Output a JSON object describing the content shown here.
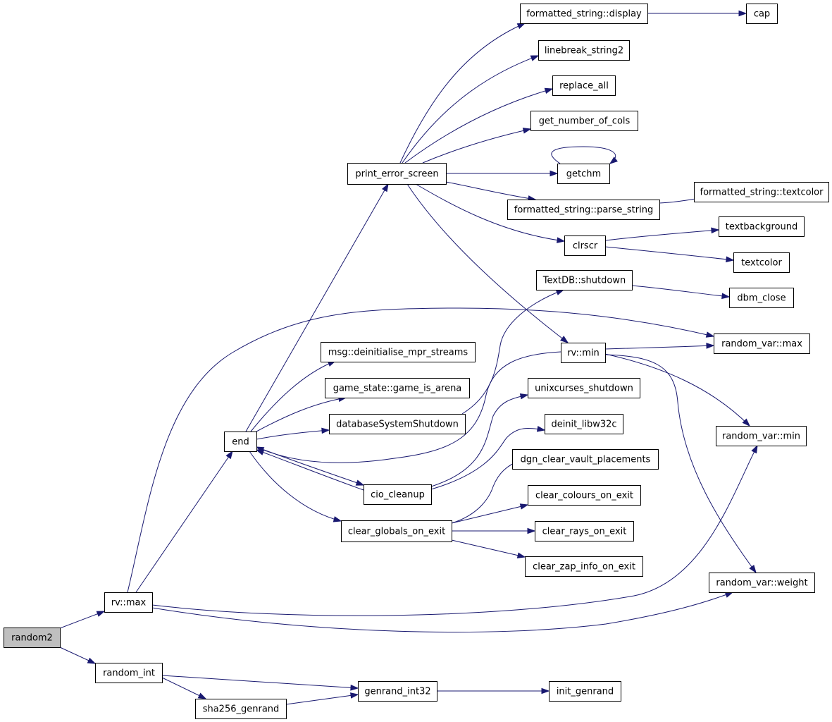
{
  "graph": {
    "nodes": [
      {
        "id": "random2",
        "label": "random2",
        "root": true
      },
      {
        "id": "rv_max",
        "label": "rv::max"
      },
      {
        "id": "random_int",
        "label": "random_int"
      },
      {
        "id": "sha256_genrand",
        "label": "sha256_genrand"
      },
      {
        "id": "genrand_int32",
        "label": "genrand_int32"
      },
      {
        "id": "init_genrand",
        "label": "init_genrand"
      },
      {
        "id": "end",
        "label": "end"
      },
      {
        "id": "print_error_screen",
        "label": "print_error_screen"
      },
      {
        "id": "fs_display",
        "label": "formatted_string::display"
      },
      {
        "id": "cap",
        "label": "cap"
      },
      {
        "id": "linebreak_string2",
        "label": "linebreak_string2"
      },
      {
        "id": "replace_all",
        "label": "replace_all"
      },
      {
        "id": "get_number_of_cols",
        "label": "get_number_of_cols"
      },
      {
        "id": "getchm",
        "label": "getchm"
      },
      {
        "id": "fs_parse_string",
        "label": "formatted_string::parse_string"
      },
      {
        "id": "fs_textcolor",
        "label": "formatted_string::textcolor"
      },
      {
        "id": "clrscr",
        "label": "clrscr"
      },
      {
        "id": "textbackground",
        "label": "textbackground"
      },
      {
        "id": "textcolor",
        "label": "textcolor"
      },
      {
        "id": "textdb_shutdown",
        "label": "TextDB::shutdown"
      },
      {
        "id": "dbm_close",
        "label": "dbm_close"
      },
      {
        "id": "rv_min",
        "label": "rv::min"
      },
      {
        "id": "random_var_max",
        "label": "random_var::max"
      },
      {
        "id": "random_var_min",
        "label": "random_var::min"
      },
      {
        "id": "random_var_weight",
        "label": "random_var::weight"
      },
      {
        "id": "msg_deinit",
        "label": "msg::deinitialise_mpr_streams"
      },
      {
        "id": "game_is_arena",
        "label": "game_state::game_is_arena"
      },
      {
        "id": "db_system_shutdown",
        "label": "databaseSystemShutdown"
      },
      {
        "id": "unixcurses_shutdown",
        "label": "unixcurses_shutdown"
      },
      {
        "id": "deinit_libw32c",
        "label": "deinit_libw32c"
      },
      {
        "id": "dgn_clear_vault",
        "label": "dgn_clear_vault_placements"
      },
      {
        "id": "cio_cleanup",
        "label": "cio_cleanup"
      },
      {
        "id": "clear_colours",
        "label": "clear_colours_on_exit"
      },
      {
        "id": "clear_globals",
        "label": "clear_globals_on_exit"
      },
      {
        "id": "clear_rays",
        "label": "clear_rays_on_exit"
      },
      {
        "id": "clear_zap_info",
        "label": "clear_zap_info_on_exit"
      }
    ],
    "edges": [
      {
        "from": "random2",
        "to": "rv_max"
      },
      {
        "from": "random2",
        "to": "random_int"
      },
      {
        "from": "random_int",
        "to": "genrand_int32"
      },
      {
        "from": "random_int",
        "to": "sha256_genrand"
      },
      {
        "from": "sha256_genrand",
        "to": "genrand_int32"
      },
      {
        "from": "genrand_int32",
        "to": "init_genrand"
      },
      {
        "from": "rv_max",
        "to": "end"
      },
      {
        "from": "rv_max",
        "to": "random_var_max"
      },
      {
        "from": "rv_max",
        "to": "random_var_min"
      },
      {
        "from": "rv_max",
        "to": "random_var_weight"
      },
      {
        "from": "end",
        "to": "print_error_screen"
      },
      {
        "from": "end",
        "to": "msg_deinit"
      },
      {
        "from": "end",
        "to": "game_is_arena"
      },
      {
        "from": "end",
        "to": "db_system_shutdown"
      },
      {
        "from": "end",
        "to": "cio_cleanup"
      },
      {
        "from": "end",
        "to": "clear_globals"
      },
      {
        "from": "rv_min",
        "to": "end"
      },
      {
        "from": "cio_cleanup",
        "to": "end"
      },
      {
        "from": "print_error_screen",
        "to": "fs_display"
      },
      {
        "from": "print_error_screen",
        "to": "linebreak_string2"
      },
      {
        "from": "print_error_screen",
        "to": "replace_all"
      },
      {
        "from": "print_error_screen",
        "to": "get_number_of_cols"
      },
      {
        "from": "print_error_screen",
        "to": "getchm"
      },
      {
        "from": "print_error_screen",
        "to": "fs_parse_string"
      },
      {
        "from": "print_error_screen",
        "to": "clrscr"
      },
      {
        "from": "print_error_screen",
        "to": "rv_min"
      },
      {
        "from": "fs_display",
        "to": "cap"
      },
      {
        "from": "getchm",
        "to": "getchm"
      },
      {
        "from": "fs_parse_string",
        "to": "fs_textcolor"
      },
      {
        "from": "clrscr",
        "to": "textbackground"
      },
      {
        "from": "clrscr",
        "to": "textcolor"
      },
      {
        "from": "textdb_shutdown",
        "to": "dbm_close"
      },
      {
        "from": "db_system_shutdown",
        "to": "textdb_shutdown"
      },
      {
        "from": "rv_min",
        "to": "random_var_max"
      },
      {
        "from": "rv_min",
        "to": "random_var_min"
      },
      {
        "from": "rv_min",
        "to": "random_var_weight"
      },
      {
        "from": "cio_cleanup",
        "to": "unixcurses_shutdown"
      },
      {
        "from": "cio_cleanup",
        "to": "deinit_libw32c"
      },
      {
        "from": "clear_globals",
        "to": "dgn_clear_vault"
      },
      {
        "from": "clear_globals",
        "to": "clear_colours"
      },
      {
        "from": "clear_globals",
        "to": "clear_rays"
      },
      {
        "from": "clear_globals",
        "to": "clear_zap_info"
      }
    ]
  }
}
